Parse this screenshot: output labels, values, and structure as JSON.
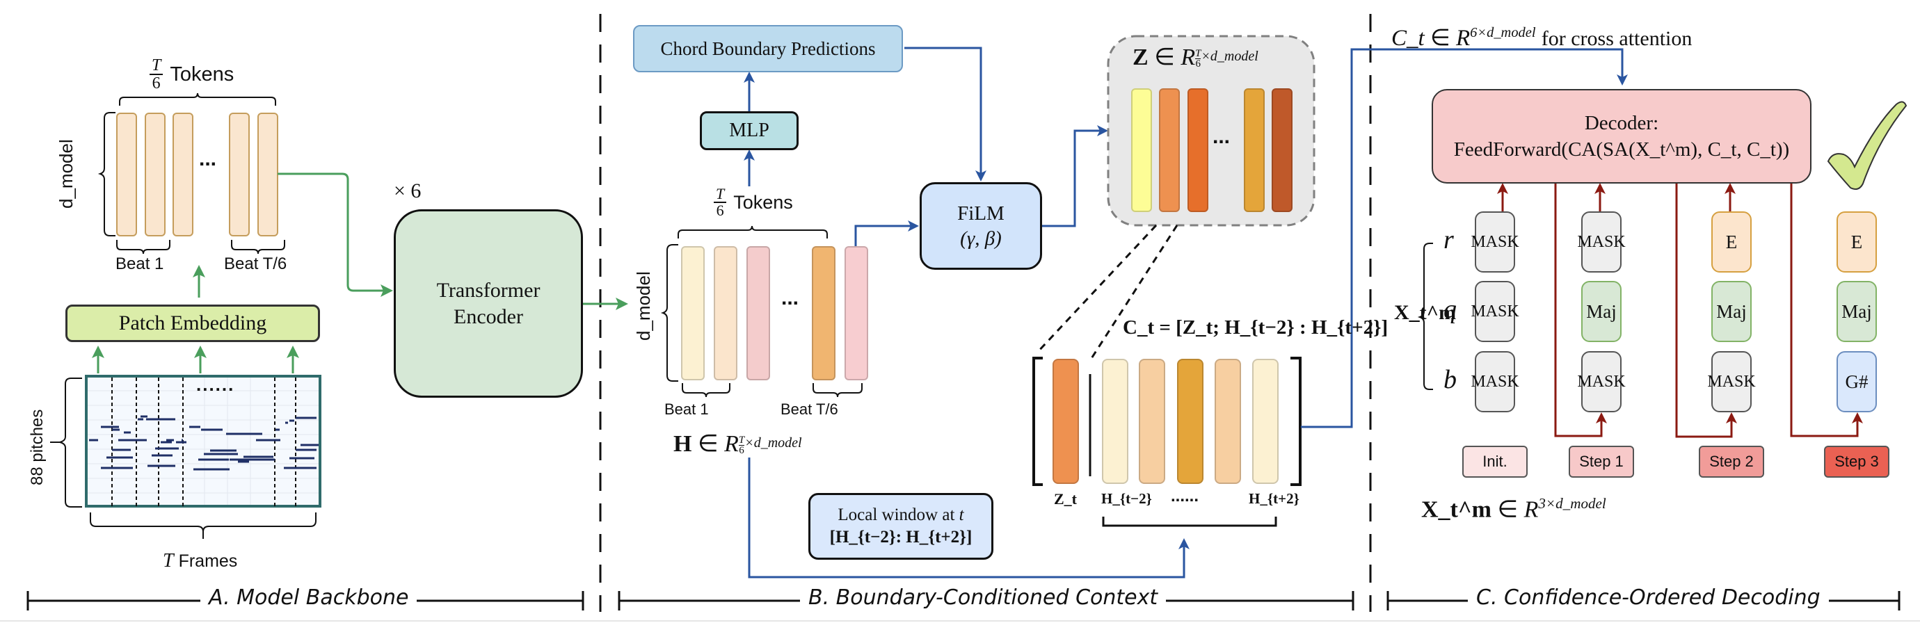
{
  "sections": {
    "a": "A. Model Backbone",
    "b": "B. Boundary-Conditioned Context",
    "c": "C. Confidence-Ordered Decoding"
  },
  "backbone": {
    "tokens_label_num": "T",
    "tokens_label_den": "6",
    "tokens_label_text": "Tokens",
    "d_model_label": "d_model",
    "beat_first": "Beat 1",
    "beat_last": "Beat T/6",
    "ellipsis": "...",
    "patch_embedding": "Patch Embedding",
    "pitches_label": "88 pitches",
    "frames_var": "T",
    "frames_text": "Frames",
    "piano_roll_ellipsis": "......",
    "repeat_label": "× 6",
    "encoder_line1": "Transformer",
    "encoder_line2": "Encoder",
    "token_colors": [
      "#fae6cf",
      "#fae6cf",
      "#fae6cf",
      "#fae6cf",
      "#fae6cf"
    ]
  },
  "context": {
    "chord_boundary": "Chord Boundary Predictions",
    "mlp": "MLP",
    "tokens_label_num": "T",
    "tokens_label_den": "6",
    "tokens_label_text": "Tokens",
    "d_model_label": "d_model",
    "beat_first": "Beat 1",
    "beat_last": "Beat T/6",
    "ellipsis": "...",
    "h_equation": {
      "lhs": "H",
      "in": "∈",
      "set": "R",
      "sup_num": "T",
      "sup_den": "6",
      "sup_rest": "×d_model"
    },
    "film_line1": "FiLM",
    "film_line2": "(γ, β)",
    "z_equation": {
      "lhs": "Z",
      "in": "∈",
      "set": "R",
      "sup_num": "T",
      "sup_den": "6",
      "sup_rest": "×d_model"
    },
    "z_ellipsis": "...",
    "local_window_line1": "Local window at",
    "local_window_var": "t",
    "local_window_line2": "[H_{t−2}: H_{t+2}]",
    "ct_equation": "C_t = [Z_t; H_{t−2} : H_{t+2}]",
    "zt_label": "Z_t",
    "h_first_label": "H_{t−2}",
    "h_dots": "......",
    "h_last_label": "H_{t+2}",
    "h_token_colors": [
      "#fcf1d2",
      "#fbe5cc",
      "#f4cccc",
      "#f0b570",
      "#f7cdd0"
    ],
    "z_token_colors": [
      "#fdfd96",
      "#ee9150",
      "#e66f2b",
      "#e4a53a",
      "#bf592a"
    ],
    "window_token_colors": [
      "#ee9150",
      "#fcf1d2",
      "#f7cfa1",
      "#e4a53a",
      "#f7cfa1",
      "#fcf1d2"
    ]
  },
  "decoding": {
    "cross_attention": {
      "lhs": "C_t",
      "in": "∈",
      "set": "R",
      "sup": "6×d_model",
      "text": "for cross attention"
    },
    "decoder_line1": "Decoder:",
    "decoder_line2": "FeedForward(CA(SA(X_t^m), C_t, C_t))",
    "x_label": "X_t^m",
    "row_labels": [
      "r",
      "q",
      "b"
    ],
    "columns": [
      {
        "step": "Init.",
        "step_color": "#fbe4e4",
        "cells": [
          {
            "text": "MASK",
            "color": "#eeeeee",
            "border": "#555555"
          },
          {
            "text": "MASK",
            "color": "#eeeeee",
            "border": "#555555"
          },
          {
            "text": "MASK",
            "color": "#eeeeee",
            "border": "#555555"
          }
        ]
      },
      {
        "step": "Step 1",
        "step_color": "#f7c9c9",
        "cells": [
          {
            "text": "MASK",
            "color": "#eeeeee",
            "border": "#555555"
          },
          {
            "text": "Maj",
            "color": "#d8e8d5",
            "border": "#82b366"
          },
          {
            "text": "MASK",
            "color": "#eeeeee",
            "border": "#555555"
          }
        ]
      },
      {
        "step": "Step 2",
        "step_color": "#f19c99",
        "cells": [
          {
            "text": "E",
            "color": "#fce5cd",
            "border": "#d6a040"
          },
          {
            "text": "Maj",
            "color": "#d8e8d5",
            "border": "#82b366"
          },
          {
            "text": "MASK",
            "color": "#eeeeee",
            "border": "#555555"
          }
        ]
      },
      {
        "step": "Step 3",
        "step_color": "#ea6153",
        "cells": [
          {
            "text": "E",
            "color": "#fce5cd",
            "border": "#d6a040"
          },
          {
            "text": "Maj",
            "color": "#d8e8d5",
            "border": "#82b366"
          },
          {
            "text": "G#",
            "color": "#dae8fc",
            "border": "#6c8ebf"
          }
        ]
      }
    ],
    "x_equation": {
      "lhs": "X_t^m",
      "in": "∈",
      "set": "R",
      "sup": "3×d_model"
    }
  },
  "colors": {
    "green_arrow": "#4a9e5c",
    "blue_arrow": "#2a55a0",
    "red_arrow": "#8b1a12",
    "patch_fill": "#dbeda9",
    "encoder_fill": "#d6e8d6",
    "chord_fill": "#bcdbee",
    "mlp_fill": "#b9e0e4",
    "film_fill": "#d2e4fb",
    "decoder_fill": "#f7cbcb",
    "z_box_fill": "#e8e8e8",
    "check_fill": "#d4e88f"
  }
}
